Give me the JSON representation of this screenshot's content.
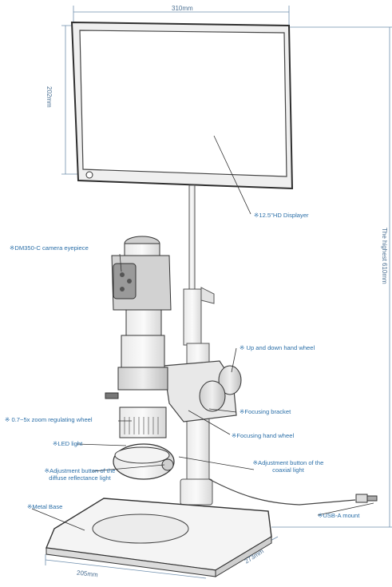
{
  "dimensions": {
    "width": "310mm",
    "screen_height": "202mm",
    "total_height": "The highest 610mm",
    "base_depth": "273mm",
    "base_width": "205mm"
  },
  "labels": {
    "display": "※12.5\"HD Displayer",
    "camera": "※DM350-C camera eyepiece",
    "up_down_wheel": "※ Up and down hand wheel",
    "zoom_wheel": "※ 0.7~5x zoom regulating wheel",
    "focusing_bracket": "※Focusing bracket",
    "focusing_wheel": "※Focusing hand wheel",
    "led_light": "※LED light",
    "diffuse_button": "※Adjustment button of the diffuse reflectance light",
    "coaxial_button": "※Adjustment button of the coaxial light",
    "metal_base": "※Metal Base",
    "usb": "※USB-A mount"
  }
}
